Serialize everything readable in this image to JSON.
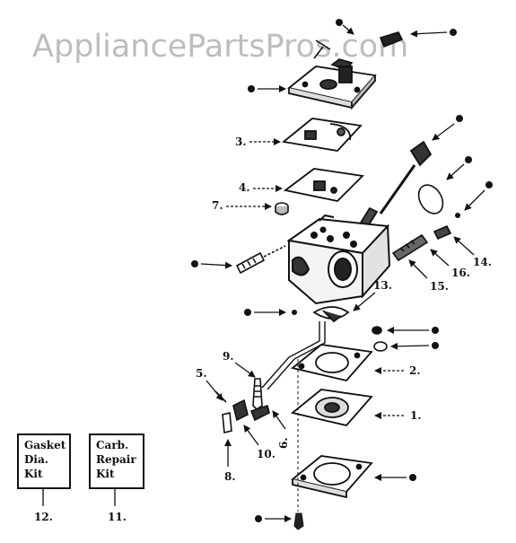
{
  "watermark": "AppliancePartsPros.com",
  "callouts": {
    "c1": "1.",
    "c2": "2.",
    "c3": "3.",
    "c4": "4.",
    "c5": "5.",
    "c6": "6.",
    "c7": "7.",
    "c8": "8.",
    "c9": "9.",
    "c10": "10.",
    "c11": "11.",
    "c12": "12.",
    "c13": "13.",
    "c14": "14.",
    "c15": "15.",
    "c16": "16."
  },
  "kits": {
    "gasket": {
      "line1": "Gasket",
      "line2": "Dia.",
      "line3": "Kit",
      "number": "12."
    },
    "repair": {
      "line1": "Carb.",
      "line2": "Repair",
      "line3": "Kit",
      "number": "11."
    }
  }
}
